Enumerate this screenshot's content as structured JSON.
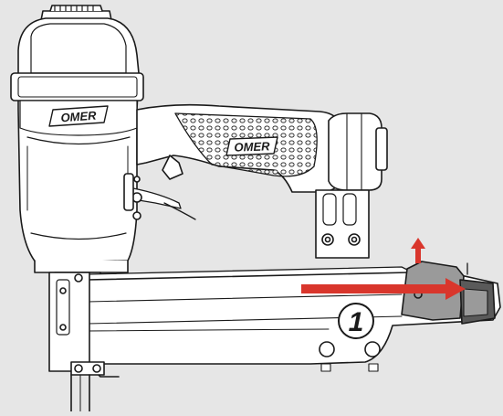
{
  "brand": {
    "logo_text": "OMER"
  },
  "callout": {
    "number": "1"
  },
  "colors": {
    "background": "#e6e6e6",
    "line": "#1a1a1a",
    "body_fill": "#ffffff",
    "latch_fill": "#9a9a9a",
    "latch_dark": "#5a5a5a",
    "arrow": "#d9362c"
  },
  "arrows": [
    {
      "name": "slide-arrow",
      "direction": "right"
    },
    {
      "name": "lift-arrow",
      "direction": "up"
    }
  ]
}
